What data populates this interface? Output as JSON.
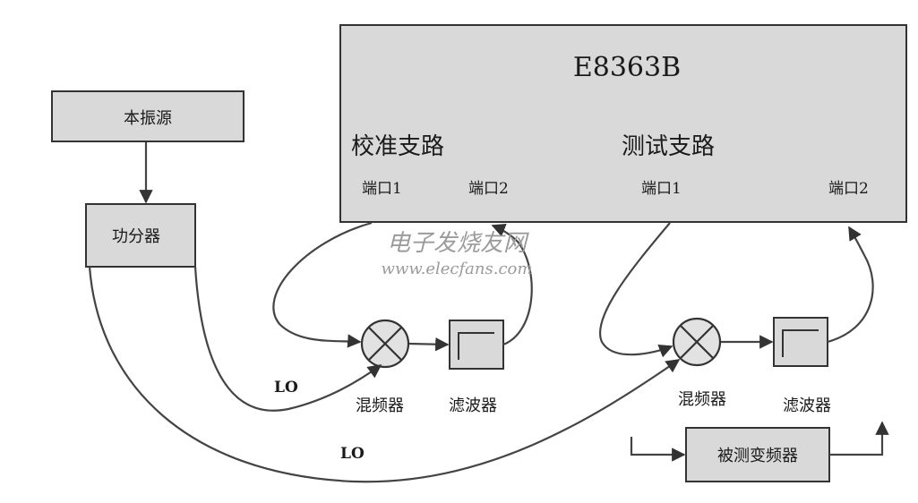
{
  "analyzer": {
    "model": "E8363B",
    "calibration_path": "校准支路",
    "test_path": "测试支路",
    "cal_port1": "端口1",
    "cal_port2": "端口2",
    "test_port1": "端口1",
    "test_port2": "端口2"
  },
  "local_osc": "本振源",
  "splitter": "功分器",
  "mixer_left": "混频器",
  "filter_left": "滤波器",
  "mixer_right": "混频器",
  "filter_right": "滤波器",
  "dut": "被测变频器",
  "lo_label_1": "LO",
  "lo_label_2": "LO",
  "watermark": {
    "cn": "电子发烧友网",
    "url": "www.elecfans.com"
  }
}
